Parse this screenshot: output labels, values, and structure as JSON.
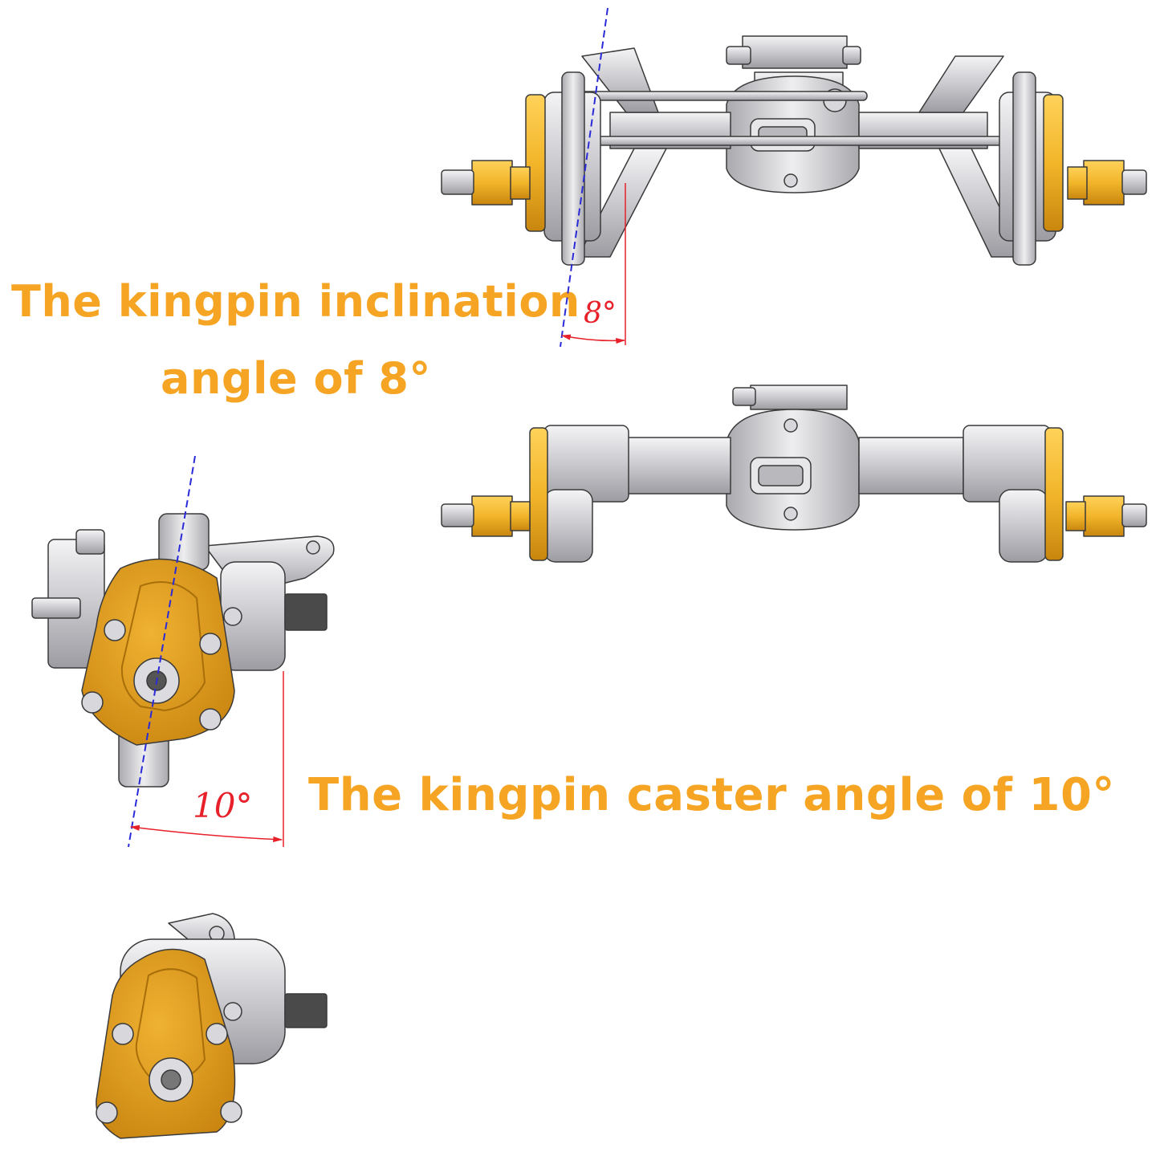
{
  "captions": {
    "inclination_line1": "The kingpin inclination",
    "inclination_line2": "angle of 8°",
    "caster": "The kingpin caster angle of 10°"
  },
  "dimensions": {
    "inclination_angle": "8°",
    "caster_angle": "10°"
  },
  "colors": {
    "caption": "#f5a523",
    "dimension": "#e8202a",
    "axis_line": "#2a2ad8",
    "anodized_gold": "#e3a11e",
    "aluminum": "#cfcfd3",
    "outline": "#3a3a3a"
  }
}
